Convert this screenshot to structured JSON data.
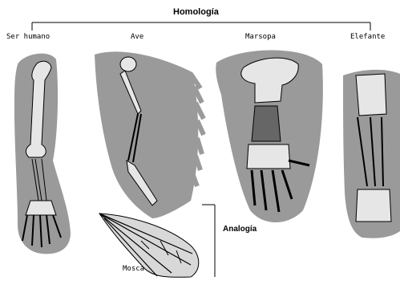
{
  "header": {
    "title": "Homología"
  },
  "labels": {
    "human": "Ser humano",
    "bird": "Ave",
    "porpoise": "Marsopa",
    "elephant": "Elefante",
    "analogy": "Analogía",
    "fly": "Mosca"
  },
  "colors": {
    "shadow": "#9a9a9a",
    "bone": "#e6e6e6",
    "line": "#000000"
  }
}
